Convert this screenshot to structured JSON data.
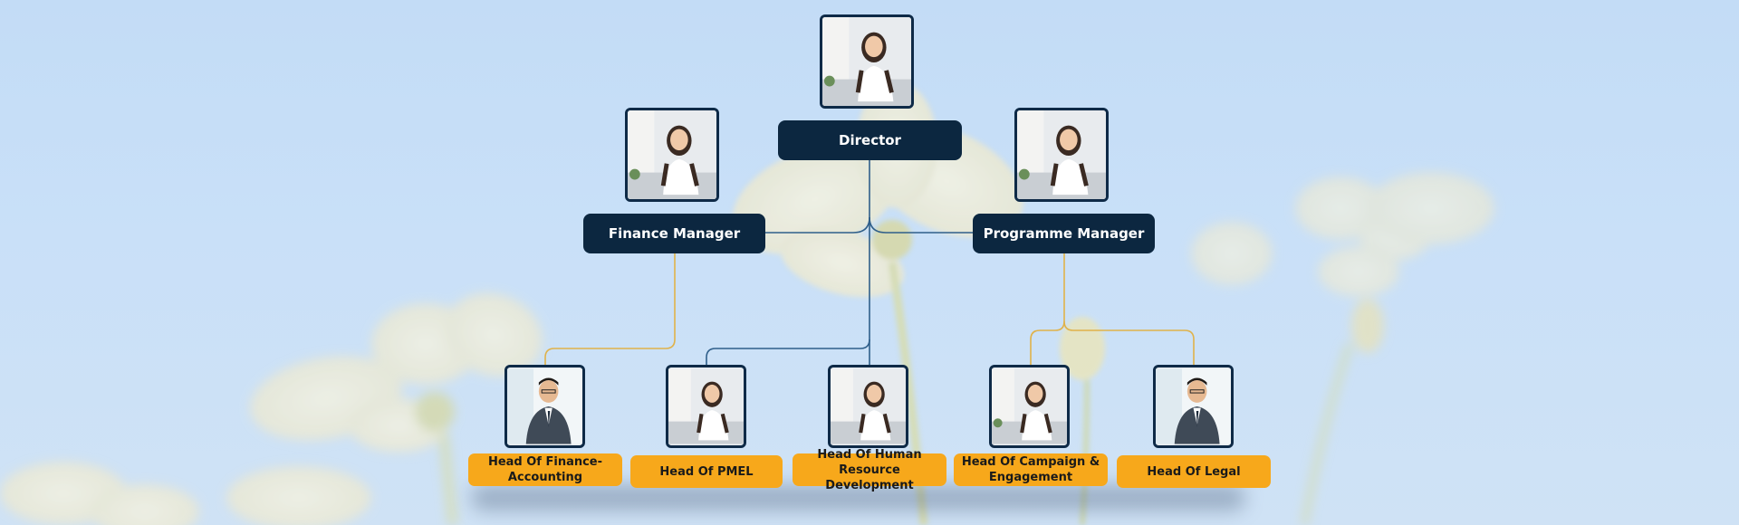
{
  "background": {
    "sky_color": "#c6ddf7",
    "flower_color": "#f4efd9"
  },
  "colors": {
    "node_dark": "#0c2740",
    "node_orange": "#f7a81b",
    "line_blue": "#2f5f8a",
    "line_gold": "#e0b24a"
  },
  "nodes": {
    "director": {
      "title": "Director",
      "photo": "female-photo"
    },
    "finance_manager": {
      "title": "Finance Manager",
      "photo": "female-photo"
    },
    "programme_manager": {
      "title": "Programme Manager",
      "photo": "female-photo"
    },
    "head_finance": {
      "title": "Head Of Finance-Accounting",
      "photo": "male-photo"
    },
    "head_pmel": {
      "title": "Head Of PMEL",
      "photo": "female-photo"
    },
    "head_hrd": {
      "title": "Head Of Human Resource Development",
      "photo": "female-photo"
    },
    "head_campaign": {
      "title": "Head Of Campaign & Engagement",
      "photo": "female-photo"
    },
    "head_legal": {
      "title": "Head Of Legal",
      "photo": "male-photo"
    }
  }
}
